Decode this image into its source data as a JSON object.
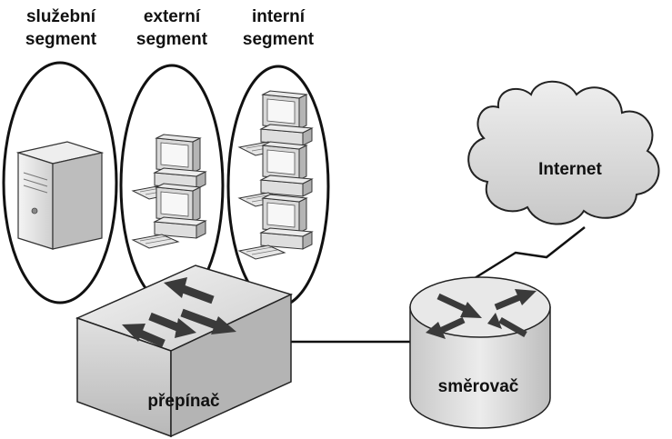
{
  "segments": [
    {
      "id": "sluzebni",
      "label": "služební\nsegment"
    },
    {
      "id": "externi",
      "label": "externí\nsegment"
    },
    {
      "id": "interni",
      "label": "interní\nsegment"
    }
  ],
  "nodes": {
    "internet": "Internet",
    "router": "směrovač",
    "switch": "přepínač"
  },
  "colors": {
    "outline": "#111111",
    "cloud_fill": "#dcdcdc",
    "device_fill": "#e4e4e4",
    "arrow": "#3a3a3a"
  },
  "icons": [
    "server-icon",
    "computer-icon",
    "switch-icon",
    "router-icon",
    "cloud-icon"
  ]
}
